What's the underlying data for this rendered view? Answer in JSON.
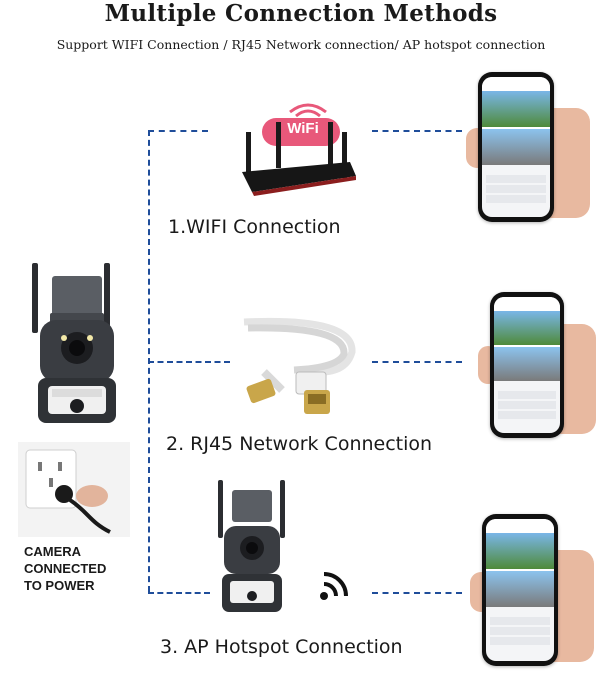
{
  "header": {
    "title": "Multiple Connection Methods",
    "subtitle": "Support WIFI Connection / RJ45 Network connection/ AP hotspot connection"
  },
  "connections": [
    {
      "label": "1.WIFI Connection",
      "icon": "wifi-router-icon",
      "badge": "WiFi"
    },
    {
      "label": "2. RJ45 Network Connection",
      "icon": "ethernet-cable-icon"
    },
    {
      "label": "3. AP Hotspot Connection",
      "icon": "camera-hotspot-icon"
    }
  ],
  "power": {
    "label_line1": "CAMERA",
    "label_line2": "CONNECTED",
    "label_line3": "TO POWER"
  },
  "colors": {
    "dashed_line": "#1f4d9a",
    "wifi_badge": "#e8587a",
    "camera_body": "#3a3d42"
  }
}
